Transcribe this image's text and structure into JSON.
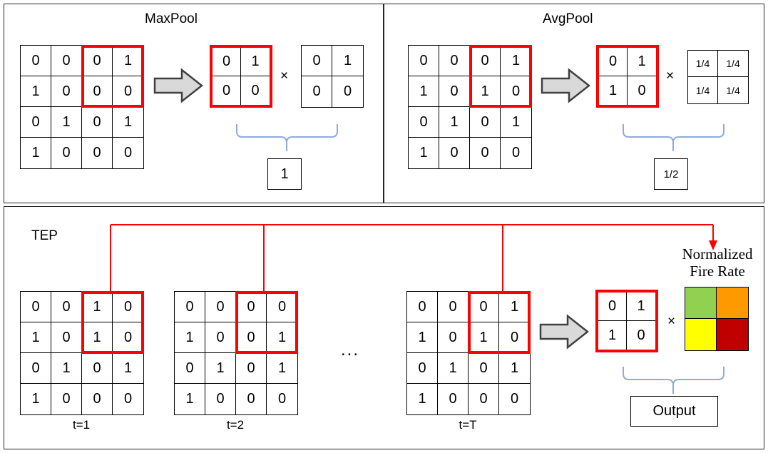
{
  "figure": {
    "panels": [
      {
        "id": "maxpool",
        "title": "MaxPool"
      },
      {
        "id": "avgpool",
        "title": "AvgPool"
      },
      {
        "id": "tep",
        "title": "TEP"
      }
    ]
  },
  "maxpool": {
    "title": "MaxPool",
    "input_grid": [
      [
        "0",
        "0",
        "0",
        "1"
      ],
      [
        "1",
        "0",
        "0",
        "0"
      ],
      [
        "0",
        "1",
        "0",
        "1"
      ],
      [
        "1",
        "0",
        "0",
        "0"
      ]
    ],
    "highlight_region": "top-right 2x2 (rows 1-2, cols 3-4)",
    "pooled_grid": [
      [
        "0",
        "1"
      ],
      [
        "0",
        "0"
      ]
    ],
    "kernel_grid": [
      [
        "0",
        "1"
      ],
      [
        "0",
        "0"
      ]
    ],
    "operator": "×",
    "result": "1",
    "arrow_icon": "block-arrow-right-icon",
    "brace_icon": "curly-brace-down-icon"
  },
  "avgpool": {
    "title": "AvgPool",
    "input_grid": [
      [
        "0",
        "0",
        "0",
        "1"
      ],
      [
        "1",
        "0",
        "1",
        "0"
      ],
      [
        "0",
        "1",
        "0",
        "1"
      ],
      [
        "1",
        "0",
        "0",
        "0"
      ]
    ],
    "highlight_region": "top-right 2x2 (rows 1-2, cols 3-4)",
    "pooled_grid": [
      [
        "0",
        "1"
      ],
      [
        "1",
        "0"
      ]
    ],
    "kernel_grid": [
      [
        "1/4",
        "1/4"
      ],
      [
        "1/4",
        "1/4"
      ]
    ],
    "operator": "×",
    "result": "1/2",
    "arrow_icon": "block-arrow-right-icon",
    "brace_icon": "curly-brace-down-icon"
  },
  "tep": {
    "title": "TEP",
    "timesteps": [
      {
        "label": "t=1",
        "grid": [
          [
            "0",
            "0",
            "1",
            "0"
          ],
          [
            "1",
            "0",
            "1",
            "0"
          ],
          [
            "0",
            "1",
            "0",
            "1"
          ],
          [
            "1",
            "0",
            "0",
            "0"
          ]
        ]
      },
      {
        "label": "t=2",
        "grid": [
          [
            "0",
            "0",
            "0",
            "0"
          ],
          [
            "1",
            "0",
            "0",
            "1"
          ],
          [
            "0",
            "1",
            "0",
            "1"
          ],
          [
            "1",
            "0",
            "0",
            "0"
          ]
        ]
      },
      {
        "label": "t=T",
        "grid": [
          [
            "0",
            "0",
            "0",
            "1"
          ],
          [
            "1",
            "0",
            "1",
            "0"
          ],
          [
            "0",
            "1",
            "0",
            "1"
          ],
          [
            "1",
            "0",
            "0",
            "0"
          ]
        ]
      }
    ],
    "ellipsis": "...",
    "pooled_grid": [
      [
        "0",
        "1"
      ],
      [
        "1",
        "0"
      ]
    ],
    "operator": "×",
    "fire_rate_label_line1": "Normalized",
    "fire_rate_label_line2": "Fire Rate",
    "fire_rate_colors": [
      "#92D050",
      "#FF9900",
      "#FFFF00",
      "#C00000"
    ],
    "result": "Output",
    "arrow_icon": "block-arrow-right-icon",
    "brace_icon": "curly-brace-down-icon",
    "connector_icon": "red-connector-arrow-icon"
  },
  "colors": {
    "highlight": "#FF0000",
    "connector": "#FF0000",
    "brace": "#8FAADC",
    "arrow_fill": "#D9D9D9",
    "arrow_stroke": "#404040",
    "panel_border": "#262626",
    "grid_line": "#000000"
  }
}
